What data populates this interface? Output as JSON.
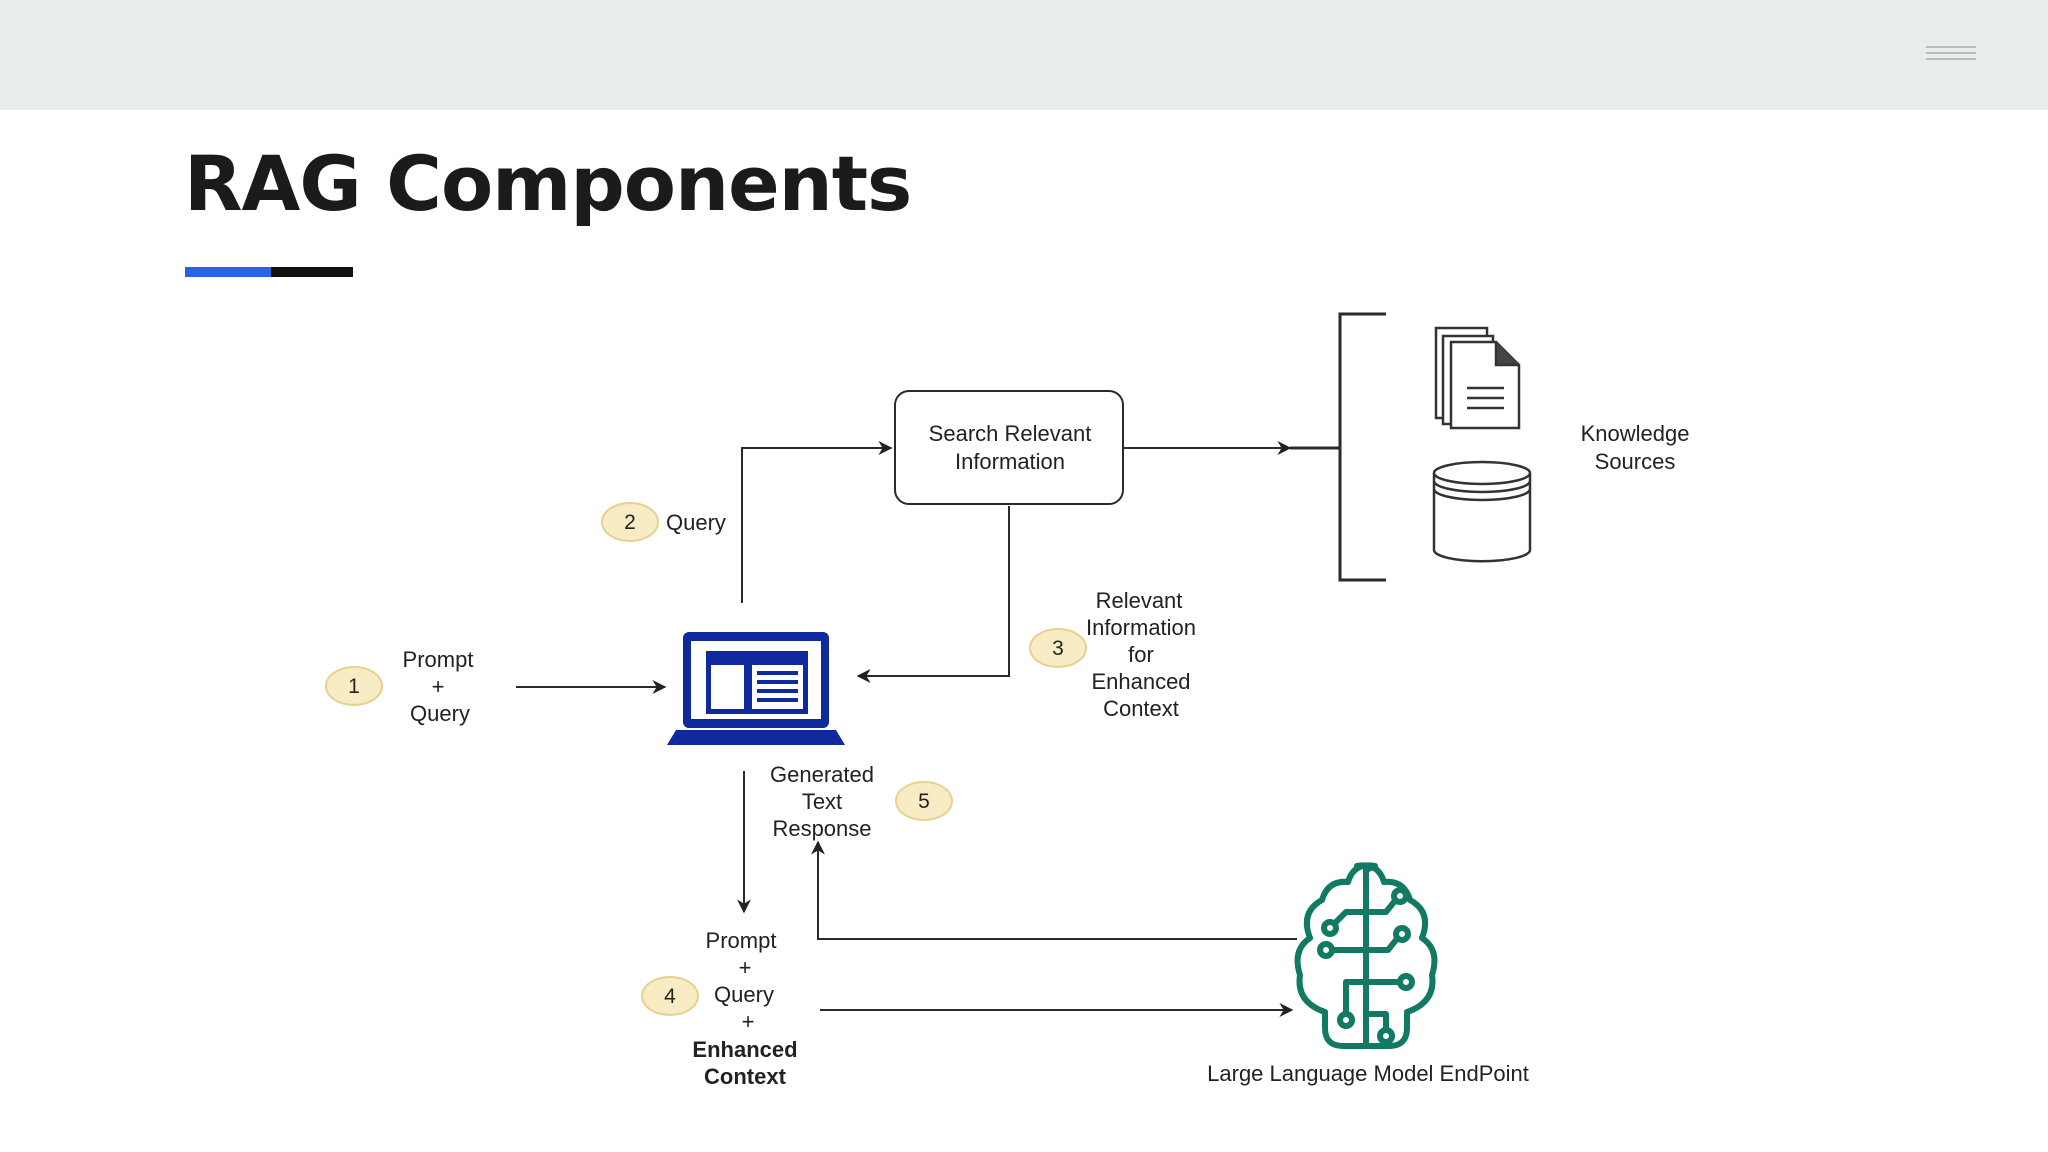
{
  "title": "RAG Components",
  "colors": {
    "header_bg": "#e9eded",
    "accent_blue": "#2a64e6",
    "laptop_blue": "#0f2a9c",
    "brain_green": "#127a62",
    "badge_fill": "#f8ecc4",
    "badge_stroke": "#e6d18f"
  },
  "icons": {
    "menu": "hamburger-menu-icon",
    "client": "laptop-icon",
    "document": "document-icon",
    "database": "database-icon",
    "llm": "ai-brain-circuit-icon"
  },
  "diagram": {
    "search_box": {
      "line1": "Search Relevant",
      "line2": "Information"
    },
    "knowledge": {
      "line1": "Knowledge",
      "line2": "Sources"
    },
    "steps": [
      {
        "num": "1",
        "lines": [
          "Prompt",
          "+",
          "Query"
        ]
      },
      {
        "num": "2",
        "lines": [
          "Query"
        ]
      },
      {
        "num": "3",
        "lines": [
          "Relevant",
          "Information",
          "for",
          "Enhanced",
          "Context"
        ]
      },
      {
        "num": "4",
        "lines": [
          "Prompt",
          "+",
          "Query",
          "+",
          "Enhanced",
          "Context"
        ]
      },
      {
        "num": "5",
        "lines": [
          "Generated",
          "Text",
          "Response"
        ]
      }
    ],
    "llm_label": "Large Language Model EndPoint"
  }
}
